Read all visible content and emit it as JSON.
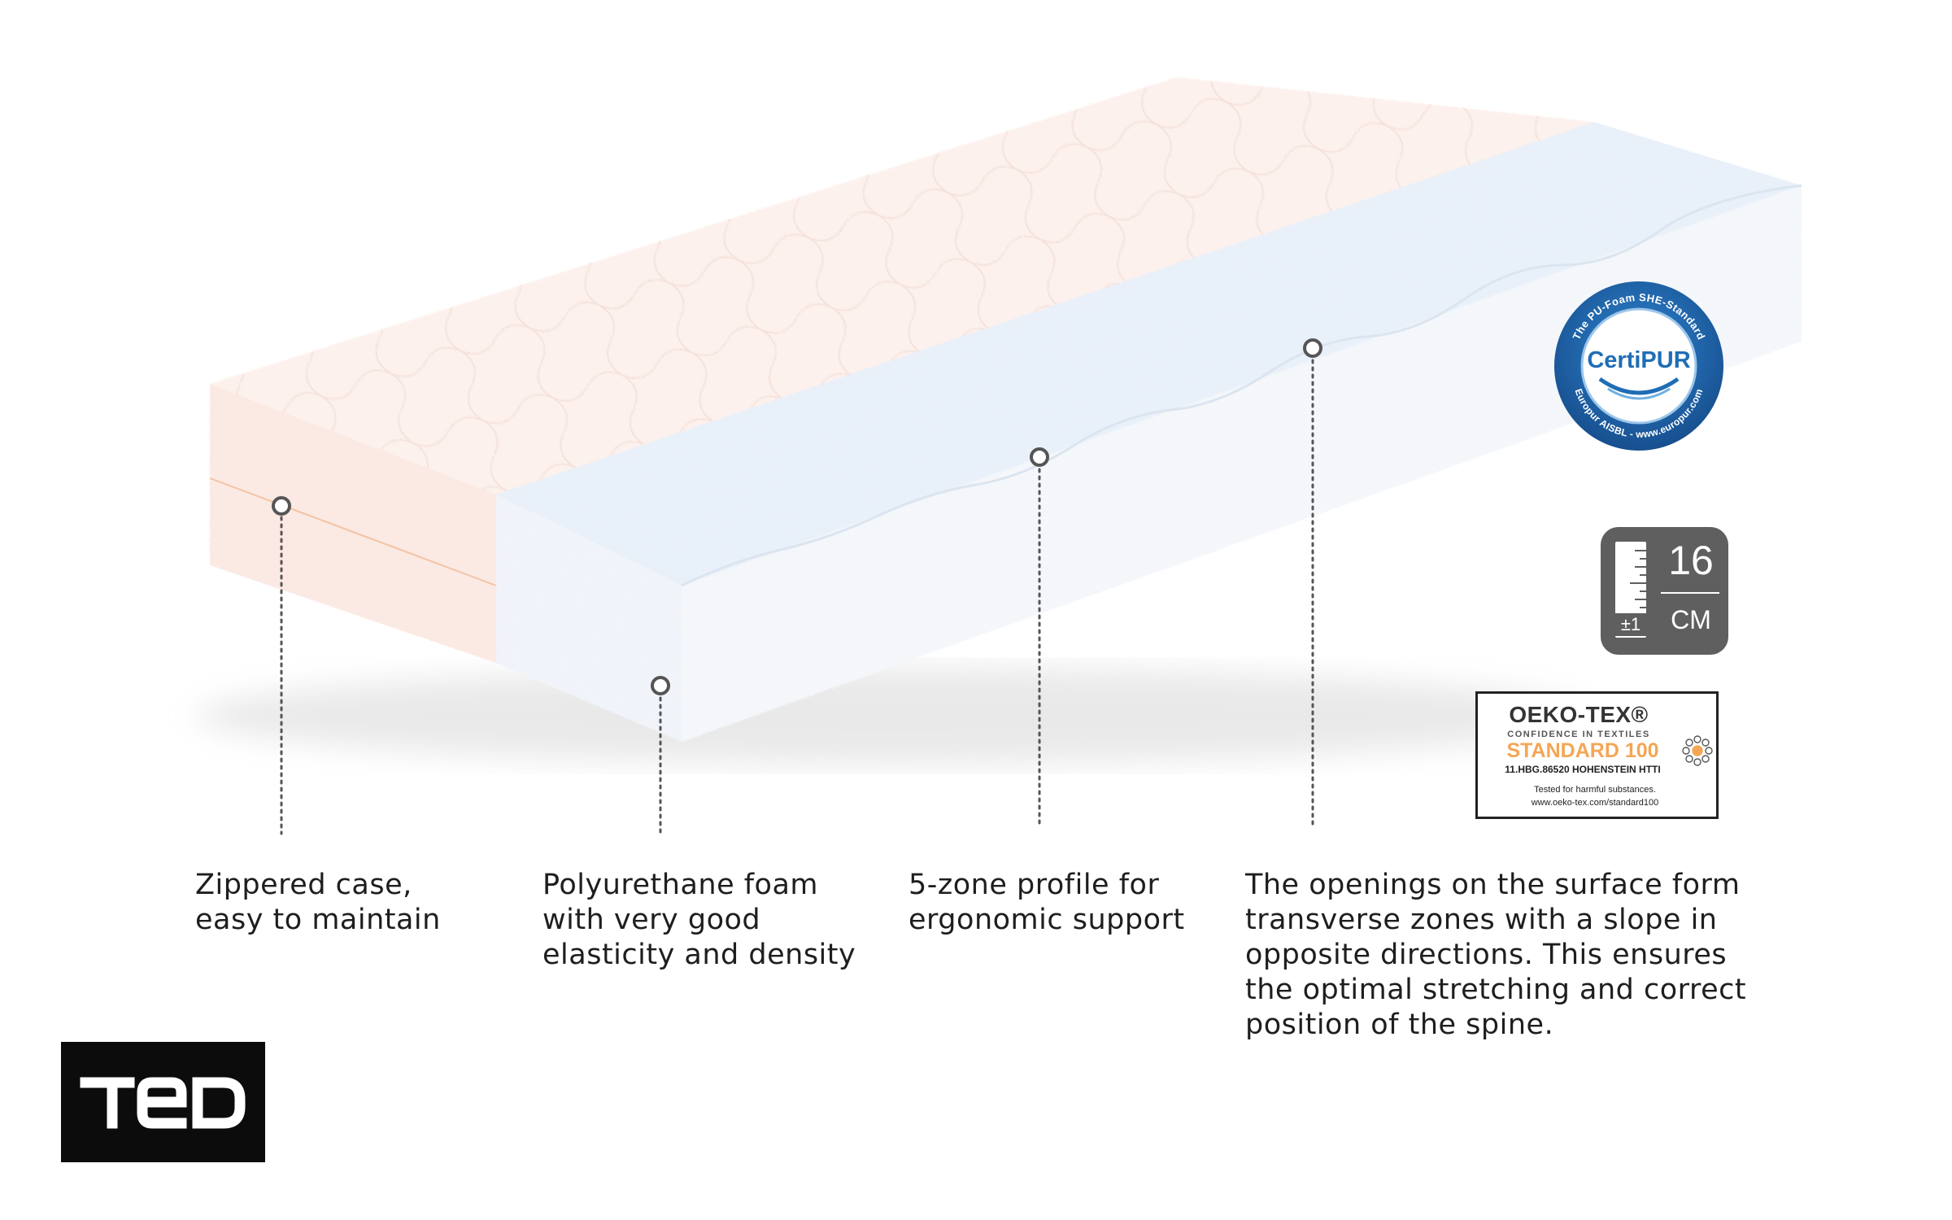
{
  "captions": {
    "zipper": [
      "Zippered case,",
      "easy to maintain"
    ],
    "foam": [
      "Polyurethane foam",
      "with very good",
      "elasticity and density"
    ],
    "zones": [
      "5-zone profile for",
      "ergonomic support"
    ],
    "openings": [
      "The openings on the surface form",
      "transverse zones with a slope in",
      "opposite directions. This ensures",
      "the optimal stretching and correct",
      "position of the spine."
    ]
  },
  "certipur": {
    "name": "CertiPUR",
    "arc_top": "The PU-Foam SHE-Standard",
    "arc_bottom": "Europur AISBL - www.europur.com",
    "color": "#1f6db5"
  },
  "height_badge": {
    "value": "16",
    "unit": "CM",
    "tolerance": "±1",
    "color": "#5f5f5f"
  },
  "oekotex": {
    "brand": "OEKO-TEX®",
    "subtitle": "CONFIDENCE IN TEXTILES",
    "standard": "STANDARD 100",
    "code": "11.HBG.86520 HOHENSTEIN HTTI",
    "tested": "Tested for harmful substances.",
    "url": "www.oeko-tex.com/standard100",
    "accent": "#f4a654"
  },
  "logo": {
    "name": "TED"
  },
  "colors": {
    "case": "#fdf0ec",
    "foam": "#eef4fb",
    "marker": "#555555"
  }
}
